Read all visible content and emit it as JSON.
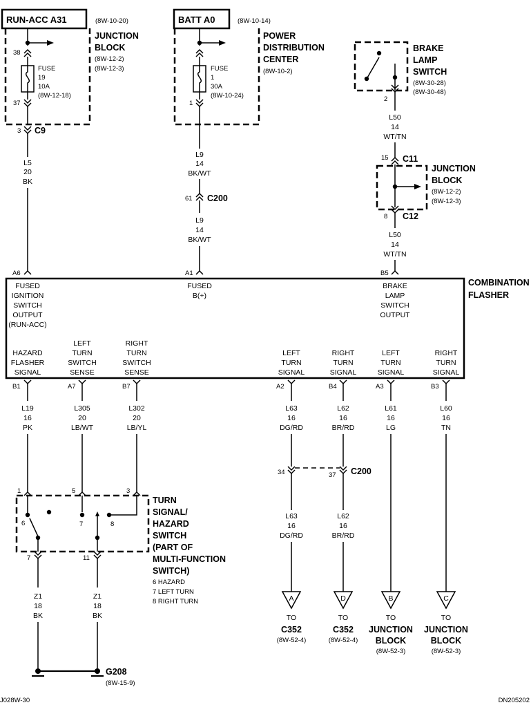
{
  "sources": {
    "run_acc": {
      "title": "RUN-ACC A31",
      "ref": "(8W-10-20)"
    },
    "batt": {
      "title": "BATT A0",
      "ref": "(8W-10-14)"
    }
  },
  "junction_block_top": {
    "name_1": "JUNCTION",
    "name_2": "BLOCK",
    "ref_1": "(8W-12-2)",
    "ref_2": "(8W-12-3)",
    "pin_in": "38",
    "pin_out": "37",
    "fuse_1": "FUSE",
    "fuse_2": "19",
    "fuse_3": "10A",
    "fuse_4": "(8W-12-18)",
    "conn_pin": "3",
    "conn": "C9"
  },
  "pdc": {
    "name_1": "POWER",
    "name_2": "DISTRIBUTION",
    "name_3": "CENTER",
    "ref": "(8W-10-2)",
    "pin_out": "1",
    "fuse_1": "FUSE",
    "fuse_2": "1",
    "fuse_3": "30A",
    "fuse_4": "(8W-10-24)"
  },
  "brake_switch": {
    "name_1": "BRAKE",
    "name_2": "LAMP",
    "name_3": "SWITCH",
    "ref_1": "(8W-30-28)",
    "ref_2": "(8W-30-48)",
    "pin": "2"
  },
  "junction_block_right": {
    "name_1": "JUNCTION",
    "name_2": "BLOCK",
    "ref_1": "(8W-12-2)",
    "ref_2": "(8W-12-3)",
    "pin_in": "15",
    "conn_in": "C11",
    "pin_out": "8",
    "conn_out": "C12"
  },
  "wires": {
    "l5": [
      "L5",
      "20",
      "BK"
    ],
    "l9a": [
      "L9",
      "14",
      "BK/WT"
    ],
    "c200": {
      "pin": "61",
      "name": "C200"
    },
    "l9b": [
      "L9",
      "14",
      "BK/WT"
    ],
    "l50a": [
      "L50",
      "14",
      "WT/TN"
    ],
    "l50b": [
      "L50",
      "14",
      "WT/TN"
    ],
    "l19": [
      "L19",
      "16",
      "PK"
    ],
    "l305": [
      "L305",
      "20",
      "LB/WT"
    ],
    "l302": [
      "L302",
      "20",
      "LB/YL"
    ],
    "l63a": [
      "L63",
      "16",
      "DG/RD"
    ],
    "l62a": [
      "L62",
      "16",
      "BR/RD"
    ],
    "l61": [
      "L61",
      "16",
      "LG"
    ],
    "l60": [
      "L60",
      "16",
      "TN"
    ],
    "l63b": [
      "L63",
      "16",
      "DG/RD"
    ],
    "l62b": [
      "L62",
      "16",
      "BR/RD"
    ],
    "z1a": [
      "Z1",
      "18",
      "BK"
    ],
    "z1b": [
      "Z1",
      "18",
      "BK"
    ]
  },
  "c200_lower": {
    "pin_left": "34",
    "pin_right": "37",
    "name": "C200"
  },
  "flasher": {
    "name_1": "COMBINATION",
    "name_2": "FLASHER",
    "top_pins": [
      {
        "pin": "A6",
        "lines": [
          "FUSED",
          "IGNITION",
          "SWITCH",
          "OUTPUT",
          "(RUN-ACC)"
        ]
      },
      {
        "pin": "A1",
        "lines": [
          "FUSED",
          "B(+)"
        ]
      },
      {
        "pin": "B5",
        "lines": [
          "BRAKE",
          "LAMP",
          "SWITCH",
          "OUTPUT"
        ]
      }
    ],
    "bottom_pins": [
      {
        "pin": "B1",
        "lines": [
          "HAZARD",
          "FLASHER",
          "SIGNAL"
        ]
      },
      {
        "pin": "A7",
        "lines": [
          "LEFT",
          "TURN",
          "SWITCH",
          "SENSE"
        ]
      },
      {
        "pin": "B7",
        "lines": [
          "RIGHT",
          "TURN",
          "SWITCH",
          "SENSE"
        ]
      },
      {
        "pin": "A2",
        "lines": [
          "LEFT",
          "TURN",
          "SIGNAL"
        ]
      },
      {
        "pin": "B4",
        "lines": [
          "RIGHT",
          "TURN",
          "SIGNAL"
        ]
      },
      {
        "pin": "A3",
        "lines": [
          "LEFT",
          "TURN",
          "SIGNAL"
        ]
      },
      {
        "pin": "B3",
        "lines": [
          "RIGHT",
          "TURN",
          "SIGNAL"
        ]
      }
    ]
  },
  "turn_switch": {
    "name_lines": [
      "TURN",
      "SIGNAL/",
      "HAZARD",
      "SWITCH",
      "(PART OF",
      "MULTI-FUNCTION",
      "SWITCH)"
    ],
    "legend": [
      "6 HAZARD",
      "7 LEFT TURN",
      "8 RIGHT TURN"
    ],
    "pins_top": [
      "1",
      "5",
      "3"
    ],
    "pins_inner": [
      "6",
      "7",
      "8"
    ],
    "pins_bottom": [
      "7",
      "11"
    ]
  },
  "ground": {
    "name": "G208",
    "ref": "(8W-15-9)"
  },
  "destinations": [
    {
      "letter": "A",
      "to": "TO",
      "name_1": "C352",
      "name_2": "",
      "ref": "(8W-52-4)"
    },
    {
      "letter": "D",
      "to": "TO",
      "name_1": "C352",
      "name_2": "",
      "ref": "(8W-52-4)"
    },
    {
      "letter": "B",
      "to": "TO",
      "name_1": "JUNCTION",
      "name_2": "BLOCK",
      "ref": "(8W-52-3)"
    },
    {
      "letter": "C",
      "to": "TO",
      "name_1": "JUNCTION",
      "name_2": "BLOCK",
      "ref": "(8W-52-3)"
    }
  ],
  "footer": {
    "left": "J028W-30",
    "right": "DN205202"
  }
}
